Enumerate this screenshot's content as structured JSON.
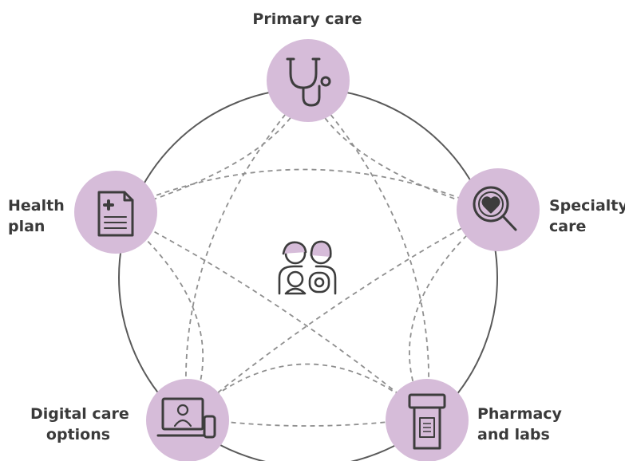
{
  "colors": {
    "node_fill": "#d6bcd9",
    "icon_stroke": "#3d3d3d",
    "outer_ring": "#5a5a5a",
    "dashed": "#8f8f8f",
    "label": "#3a3a3a"
  },
  "center": {
    "icon": "family-icon"
  },
  "nodes": [
    {
      "id": "primary",
      "icon": "stethoscope-icon",
      "label_lines": [
        "Primary care"
      ]
    },
    {
      "id": "specialty",
      "icon": "magnifier-heart-icon",
      "label_lines": [
        "Specialty",
        "care"
      ]
    },
    {
      "id": "pharmacy",
      "icon": "pill-bottle-icon",
      "label_lines": [
        "Pharmacy",
        "and labs"
      ]
    },
    {
      "id": "digital",
      "icon": "laptop-doctor-icon",
      "label_lines": [
        "Digital care",
        "options"
      ]
    },
    {
      "id": "health",
      "icon": "document-icon",
      "label_lines": [
        "Health",
        "plan"
      ]
    }
  ]
}
